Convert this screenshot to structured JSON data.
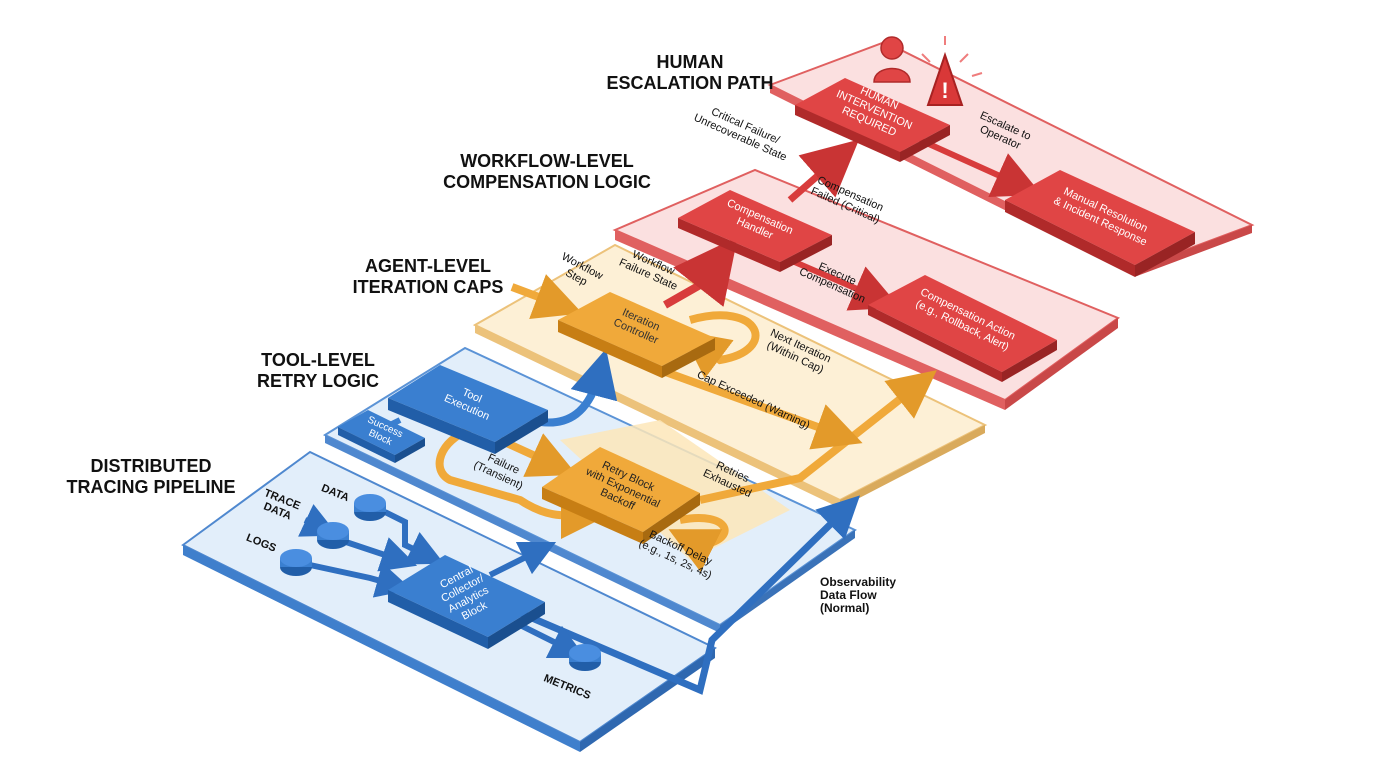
{
  "layers": {
    "human": "HUMAN\nESCALATION PATH",
    "workflow": "WORKFLOW-LEVEL\nCOMPENSATION LOGIC",
    "agent": "AGENT-LEVEL\nITERATION CAPS",
    "tool": "TOOL-LEVEL\nRETRY LOGIC",
    "tracing": "DISTRIBUTED\nTRACING PIPELINE"
  },
  "boxes": {
    "human_intervention": "HUMAN\nINTERVENTION\nREQUIRED",
    "manual_resolution": "Manual Resolution\n& Incident Response",
    "compensation_handler": "Compensation\nHandler",
    "compensation_action": "Compensation Action\n(e.g., Rollback, Alert)",
    "iteration_controller": "Iteration\nController",
    "tool_execution": "Tool\nExecution",
    "success_block": "Success\nBlock",
    "retry_block": "Retry Block\nwith Exponential\nBackoff",
    "central_collector": "Central\nCollector/\nAnalytics\nBlock"
  },
  "flow_labels": {
    "critical_failure": "Critical Failure/\nUnrecoverable State",
    "escalate": "Escalate to\nOperator",
    "compensation_failed": "Compensation\nFailed (Critical)",
    "execute_compensation": "Execute\nCompensation",
    "workflow_failure_state": "Workflow\nFailure State",
    "workflow_step": "Workflow\nStep",
    "next_iteration": "Next Iteration\n(Within Cap)",
    "cap_exceeded": "Cap Exceeded (Warning)",
    "failure_transient": "Failure\n(Transient)",
    "retries_exhausted": "Retries\nExhausted",
    "backoff_delay": "Backoff Delay\n(e.g., 1s, 2s, 4s)"
  },
  "tracing_labels": {
    "trace_data": "TRACE\nDATA",
    "data": "DATA",
    "logs": "LOGS",
    "metrics": "METRICS"
  },
  "side_note": "Observability\nData Flow\n(Normal)",
  "colors": {
    "red": "#e04545",
    "red_dark": "#b02a2a",
    "red_panel": "#fbe0e0",
    "orange": "#f0a93a",
    "orange_dark": "#c77e14",
    "orange_panel": "#fdf0d6",
    "blue": "#3a7fd0",
    "blue_dark": "#215ea8",
    "blue_panel": "#e2eefa"
  }
}
